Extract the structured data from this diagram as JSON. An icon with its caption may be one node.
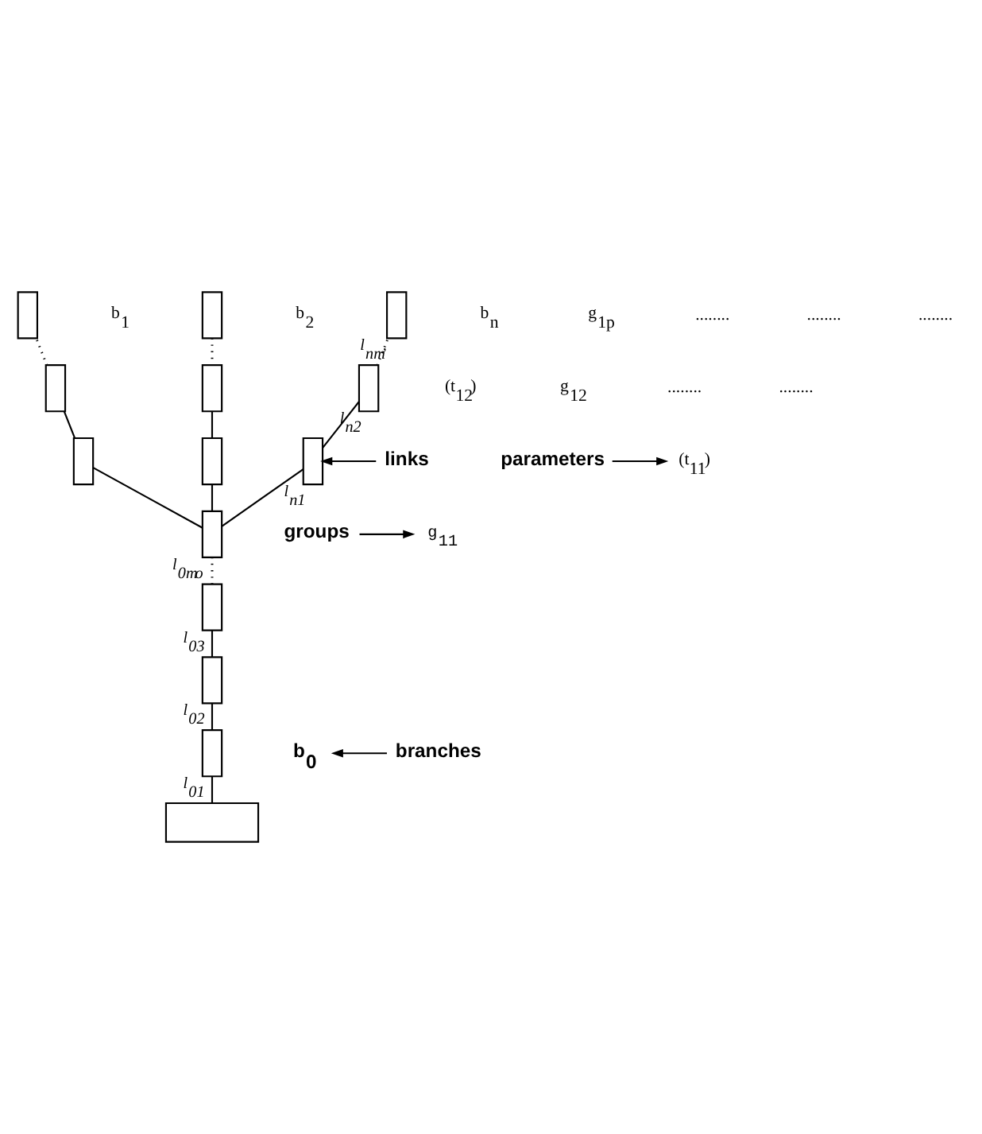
{
  "diagram": {
    "nodes": [
      {
        "text": [],
        "shape": "box"
      },
      {
        "text": [],
        "shape": "box",
        "beside": [
          "l$_{01}$"
        ]
      },
      {
        "text": [],
        "shape": "box",
        "beside": [
          "l$_{02}$"
        ]
      },
      {
        "text": [],
        "shape": "box",
        "beside": [
          "l$_{03}$"
        ]
      },
      {
        "text": [],
        "shape": "box",
        "beside": [
          "l$_{0m}$$_{o}$"
        ]
      },
      {
        "text": [],
        "shape": "box"
      },
      {
        "text": [],
        "shape": "box"
      },
      {
        "text": [],
        "shape": "box"
      },
      {
        "text": [],
        "shape": "box"
      },
      {
        "text": [],
        "shape": "box"
      },
      {
        "text": [],
        "shape": "box"
      },
      {
        "text": [],
        "shape": "box",
        "beside": [
          "l$_{n1}$"
        ]
      },
      {
        "text": [],
        "shape": "box",
        "beside": [
          "l$_{n2}$"
        ]
      },
      {
        "text": [],
        "shape": "box",
        "beside": [
          "l$_{nm}$,"
        ]
      },
      {
        "text": [
          "b$_{0}$"
        ]
      },
      {
        "text": [
          "branches"
        ]
      },
      {
        "text": [
          "links"
        ]
      },
      {
        "text": [
          "parameters"
        ]
      },
      {
        "text": [
          "(t$_{11}$)"
        ]
      },
      {
        "text": [
          "groups"
        ]
      },
      {
        "text": [
          "g$_{11}$"
        ]
      }
    ],
    "edges": [
      {
        "from": 0,
        "to": 1,
        "arrow": "none"
      },
      {
        "from": 1,
        "to": 2,
        "arrow": "none"
      },
      {
        "from": 2,
        "to": 3,
        "arrow": "none"
      },
      {
        "from": 3,
        "to": 4,
        "arrow": "none",
        "style": "dashed"
      },
      {
        "from": 4,
        "to": 5,
        "arrow": "none"
      },
      {
        "from": 5,
        "to": 6,
        "arrow": "none"
      },
      {
        "from": 6,
        "to": 7,
        "arrow": "none",
        "style": "dashed"
      },
      {
        "from": 4,
        "to": 8,
        "arrow": "none"
      },
      {
        "from": 8,
        "to": 9,
        "arrow": "none"
      },
      {
        "from": 9,
        "to": 10,
        "arrow": "none",
        "style": "dashed"
      },
      {
        "from": 4,
        "to": 11,
        "arrow": "none"
      },
      {
        "from": 11,
        "to": 12,
        "arrow": "none"
      },
      {
        "from": 12,
        "to": 13,
        "arrow": "none",
        "style": "dashed"
      },
      {
        "from": 15,
        "to": 14,
        "arrow": "to"
      },
      {
        "from": 16,
        "to": 11,
        "arrow": "to"
      },
      {
        "from": 17,
        "to": 18,
        "arrow": "to"
      },
      {
        "from": 19,
        "to": 20,
        "arrow": "to"
      }
    ],
    "labels": [
      "b$_{1}$",
      "b$_{2}$",
      "b$_{n}$",
      "g$_{1p}$",
      "........",
      "........",
      "........",
      "(t$_{12}$)",
      "g$_{12}$",
      "........",
      "........"
    ]
  }
}
